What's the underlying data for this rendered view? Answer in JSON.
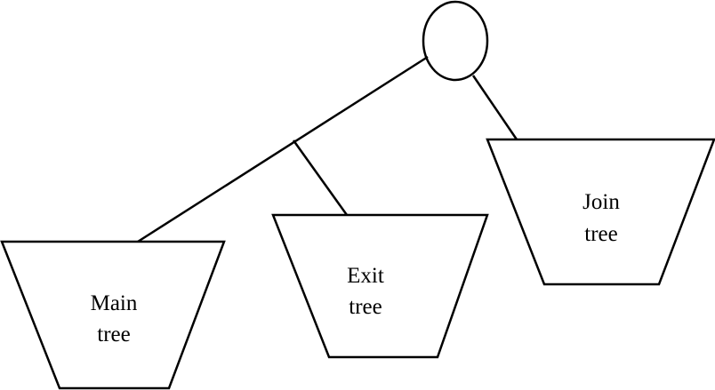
{
  "diagram": {
    "main_tree": {
      "line1": "Main",
      "line2": "tree"
    },
    "exit_tree": {
      "line1": "Exit",
      "line2": "tree"
    },
    "join_tree": {
      "line1": "Join",
      "line2": "tree"
    }
  }
}
